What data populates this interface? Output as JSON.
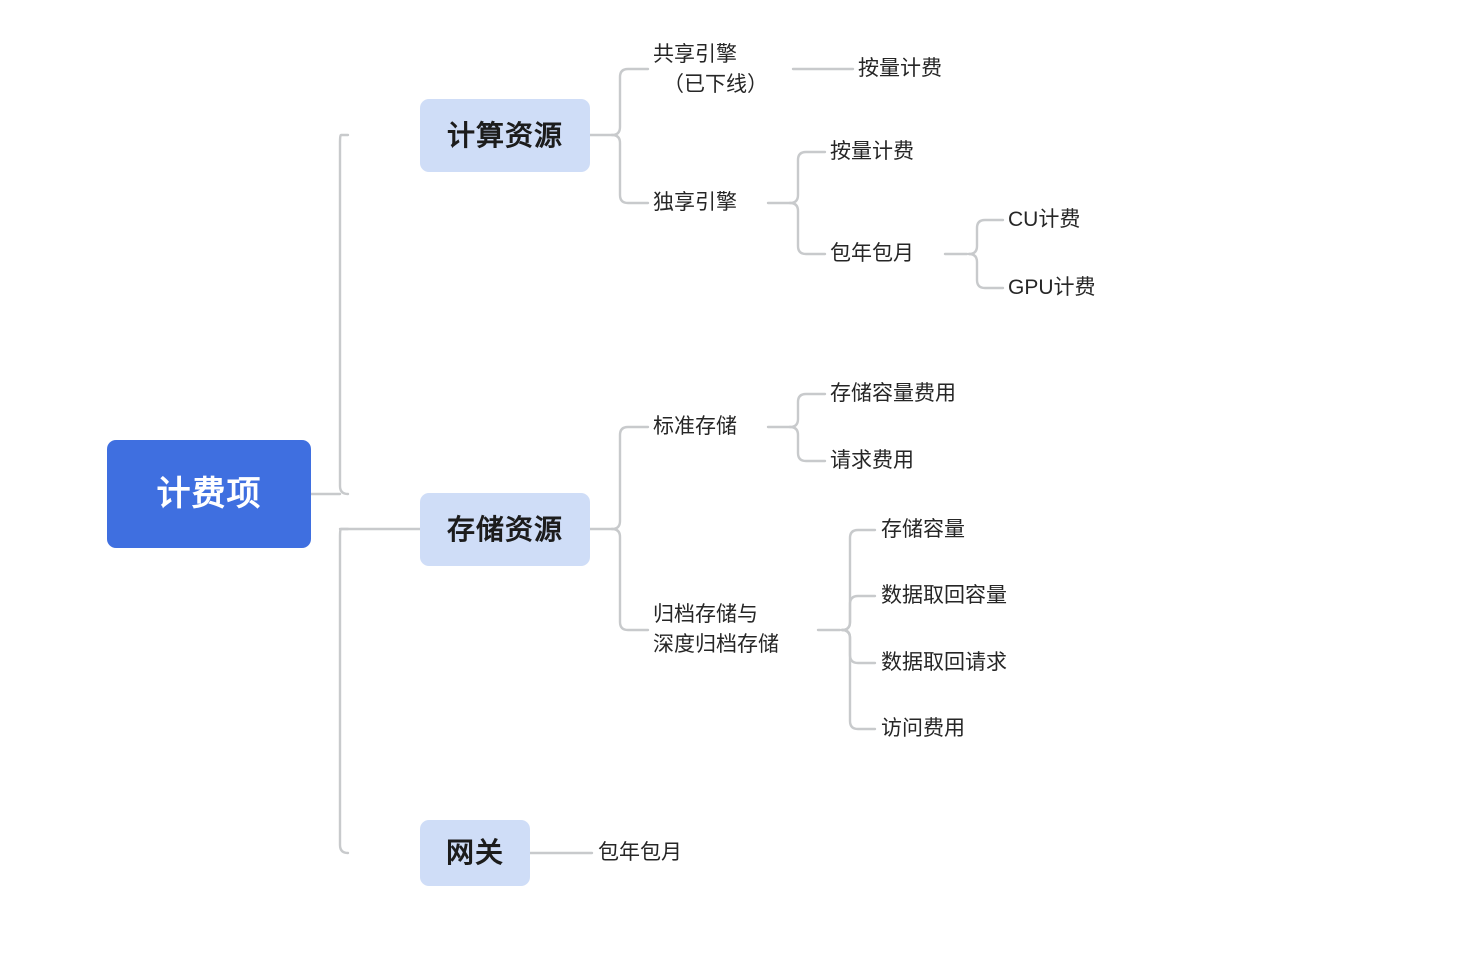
{
  "diagram": {
    "type": "mindmap",
    "title": "计费项",
    "background_color": "#ffffff",
    "colors": {
      "root_fill": "#3F6FE0",
      "root_text": "#ffffff",
      "branch_fill": "#CFDDF7",
      "branch_text": "#1c1c1c",
      "leaf_text": "#262626",
      "connector": "#C8CACC"
    }
  },
  "root": {
    "label": "计费项"
  },
  "branches": [
    {
      "label": "计算资源",
      "children": [
        {
          "label": "共享引擎\n（已下线）",
          "line1": "共享引擎",
          "line2": "（已下线）",
          "children": [
            {
              "label": "按量计费"
            }
          ]
        },
        {
          "label": "独享引擎",
          "children": [
            {
              "label": "按量计费"
            },
            {
              "label": "包年包月",
              "children": [
                {
                  "label": "CU计费"
                },
                {
                  "label": "GPU计费"
                }
              ]
            }
          ]
        }
      ]
    },
    {
      "label": "存储资源",
      "children": [
        {
          "label": "标准存储",
          "children": [
            {
              "label": "存储容量费用"
            },
            {
              "label": "请求费用"
            }
          ]
        },
        {
          "label": "归档存储与\n深度归档存储",
          "line1": "归档存储与",
          "line2": "深度归档存储",
          "children": [
            {
              "label": "存储容量"
            },
            {
              "label": "数据取回容量"
            },
            {
              "label": "数据取回请求"
            },
            {
              "label": "访问费用"
            }
          ]
        }
      ]
    },
    {
      "label": "网关",
      "children": [
        {
          "label": "包年包月"
        }
      ]
    }
  ]
}
